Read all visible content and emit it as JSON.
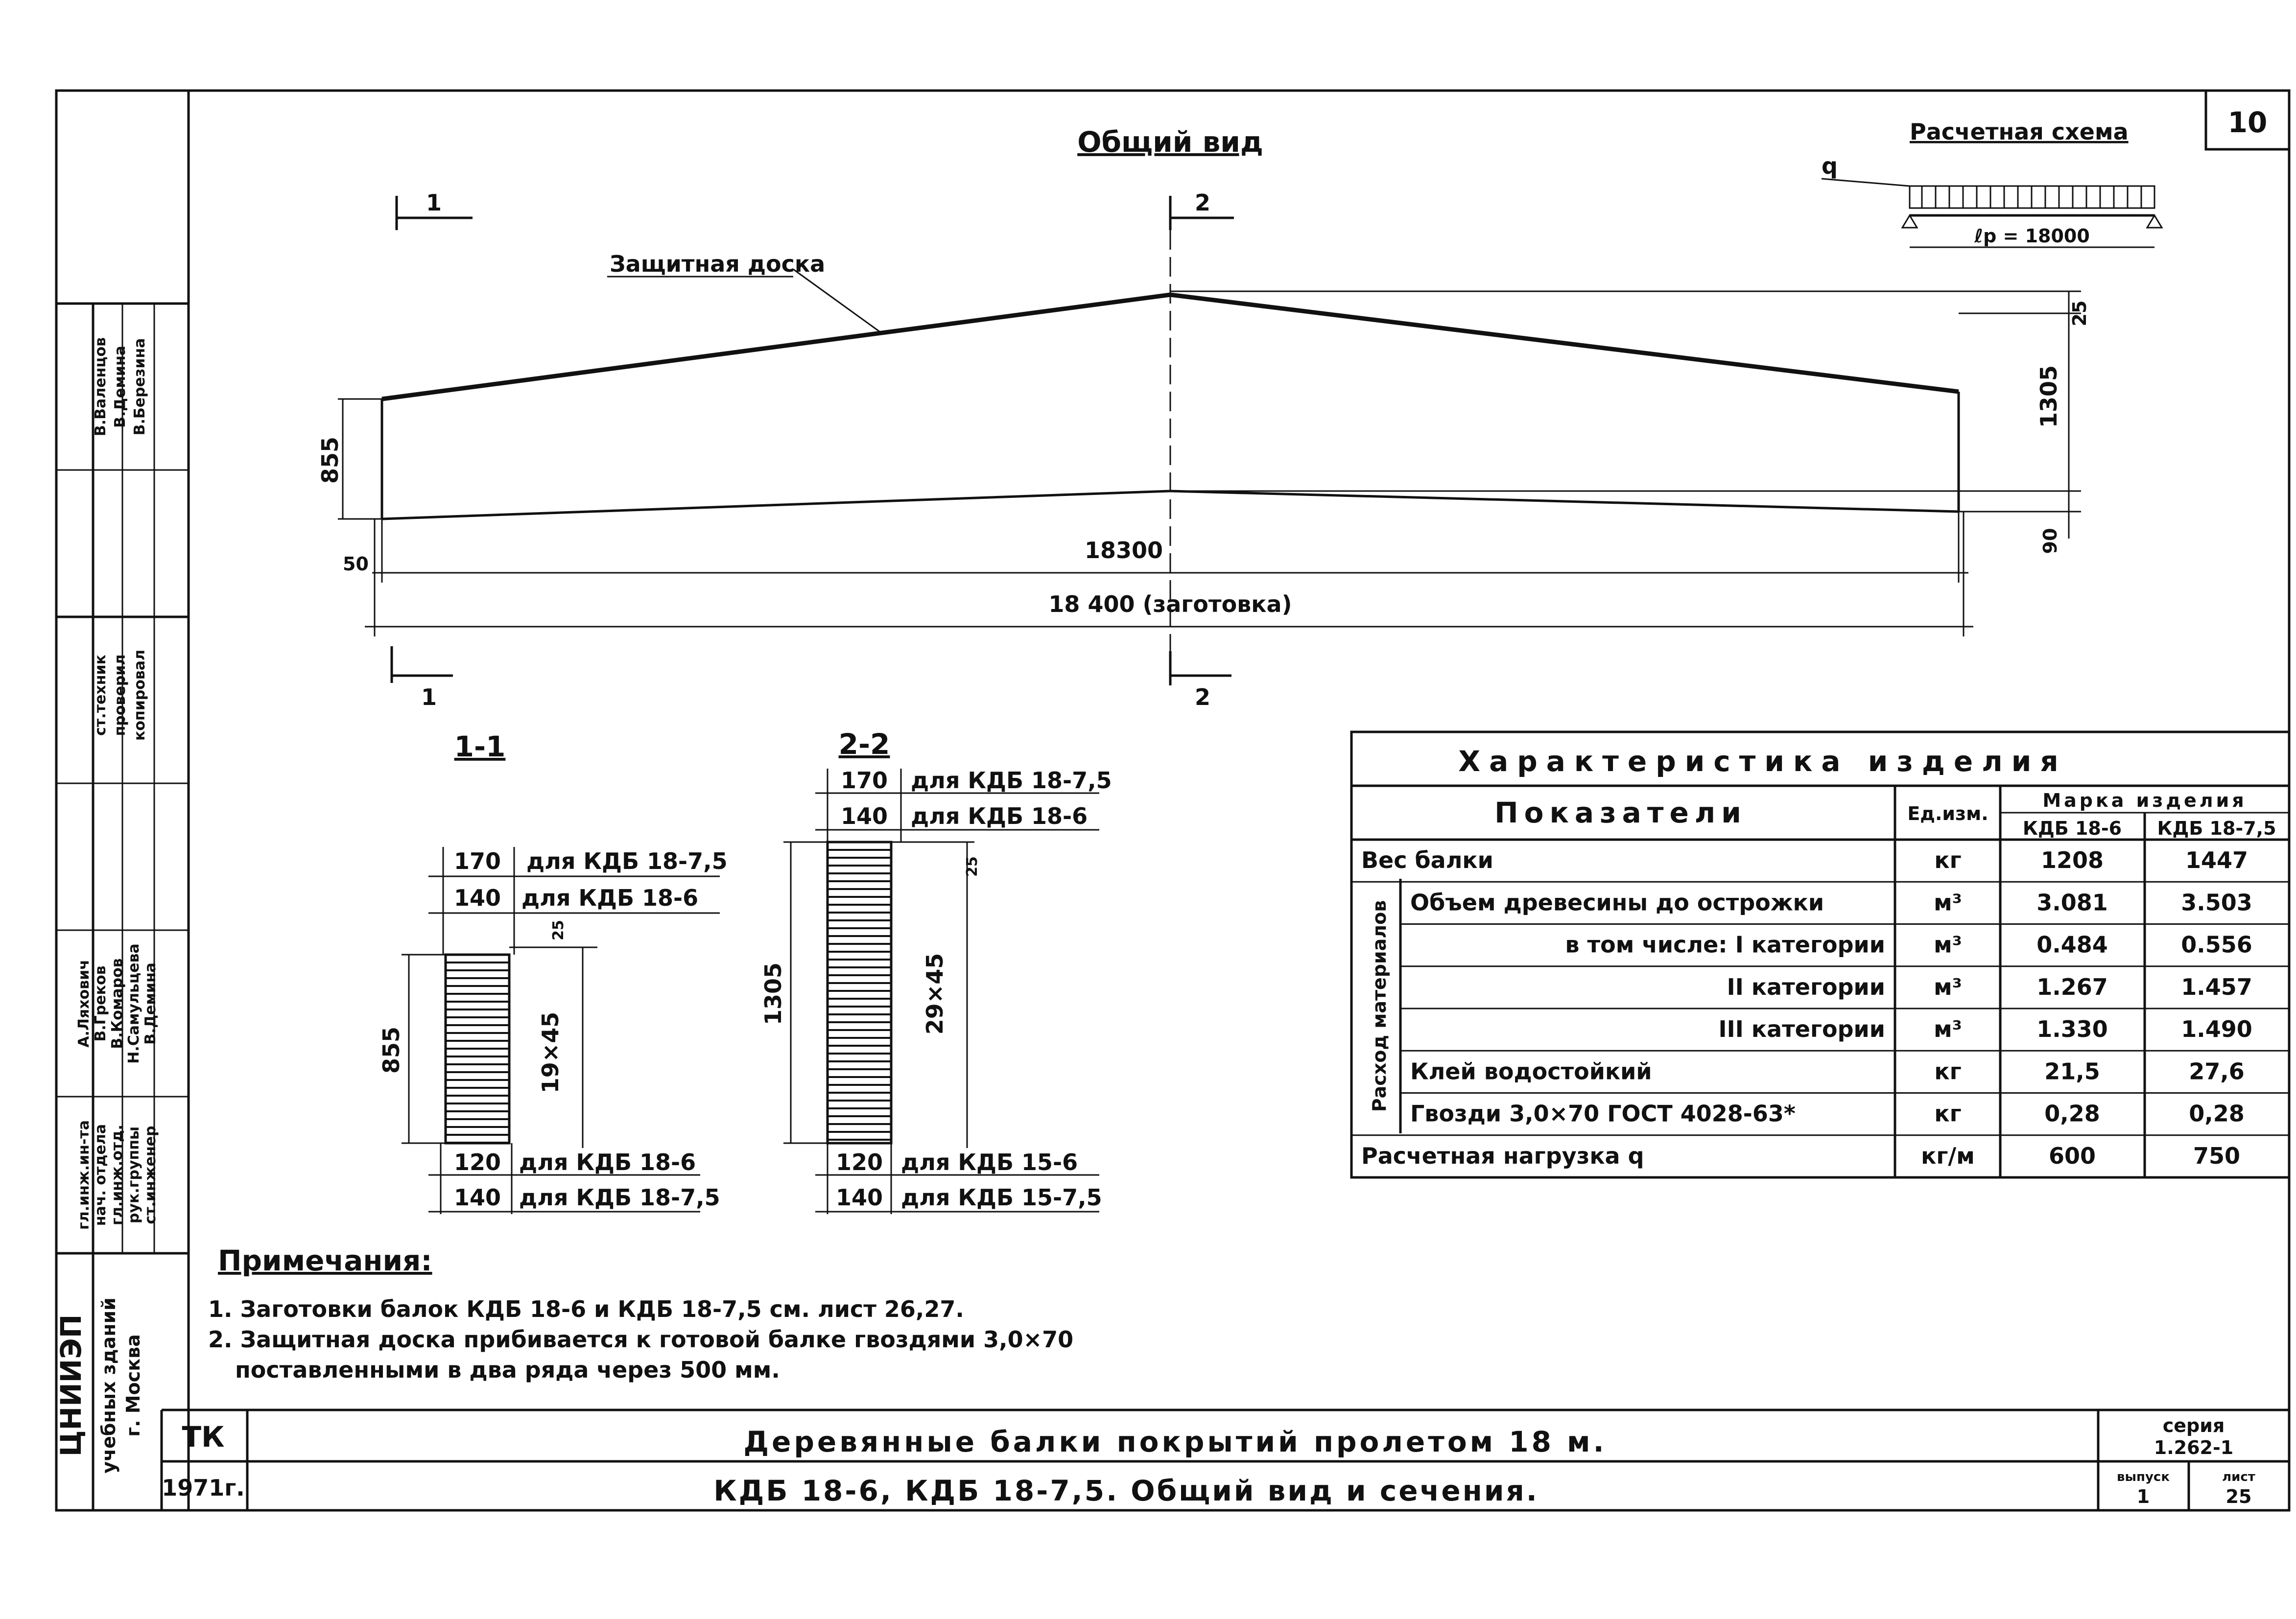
{
  "sheet_number": "10",
  "main_view": {
    "title": "Общий вид",
    "protective_board_label": "Защитная доска",
    "section_mark_1": "1",
    "section_mark_2": "2",
    "dim_left_height": "855",
    "dim_right_height": "1305",
    "dim_top_offset": "25",
    "dim_bottom_left": "50",
    "dim_bottom_right": "90",
    "dim_span": "18300",
    "dim_blank": "18 400 (заготовка)"
  },
  "calc_scheme": {
    "title": "Расчетная схема",
    "load_label": "q",
    "span_label": "ℓp = 18000"
  },
  "section_1": {
    "title": "1-1",
    "top_rows": [
      {
        "value": "170",
        "label": "для КДБ 18-7,5"
      },
      {
        "value": "140",
        "label": "для КДБ 18-6"
      }
    ],
    "offset": "25",
    "height": "855",
    "lamination": "19×45",
    "bottom_rows": [
      {
        "value": "120",
        "label": "для КДБ 18-6"
      },
      {
        "value": "140",
        "label": "для КДБ 18-7,5"
      }
    ]
  },
  "section_2": {
    "title": "2-2",
    "top_rows": [
      {
        "value": "170",
        "label": "для КДБ 18-7,5"
      },
      {
        "value": "140",
        "label": "для КДБ 18-6"
      }
    ],
    "offset": "25",
    "height": "1305",
    "lamination": "29×45",
    "bottom_rows": [
      {
        "value": "120",
        "label": "для КДБ 15-6"
      },
      {
        "value": "140",
        "label": "для КДБ 15-7,5"
      }
    ]
  },
  "spec_table": {
    "title": "Характеристика изделия",
    "col_indicators": "Показатели",
    "col_unit": "Ед.изм.",
    "col_mark": "Марка изделия",
    "col_m1": "КДБ 18-6",
    "col_m2": "КДБ 18-7,5",
    "group_label": "Расход материалов",
    "rows": [
      {
        "name": "Вес балки",
        "unit": "кг",
        "v1": "1208",
        "v2": "1447",
        "in_group": false
      },
      {
        "name": "Объем древесины до острожки",
        "unit": "м³",
        "v1": "3.081",
        "v2": "3.503",
        "in_group": true
      },
      {
        "name": "в том числе: I категории",
        "unit": "м³",
        "v1": "0.484",
        "v2": "0.556",
        "in_group": true
      },
      {
        "name": "II категории",
        "unit": "м³",
        "v1": "1.267",
        "v2": "1.457",
        "in_group": true
      },
      {
        "name": "III категории",
        "unit": "м³",
        "v1": "1.330",
        "v2": "1.490",
        "in_group": true
      },
      {
        "name": "Клей водостойкий",
        "unit": "кг",
        "v1": "21,5",
        "v2": "27,6",
        "in_group": true
      },
      {
        "name": "Гвозди 3,0×70 ГОСТ 4028-63*",
        "unit": "кг",
        "v1": "0,28",
        "v2": "0,28",
        "in_group": true
      },
      {
        "name": "Расчетная нагрузка q",
        "unit": "кг/м",
        "v1": "600",
        "v2": "750",
        "in_group": false
      }
    ]
  },
  "notes": {
    "title": "Примечания:",
    "lines": [
      "1. Заготовки балок КДБ 18-6 и КДБ 18-7,5 см. лист 26,27.",
      "2. Защитная доска прибивается к готовой балке гвоздями 3,0×70",
      "поставленными в два ряда через 500 мм."
    ]
  },
  "title_block": {
    "org_code": "ТК",
    "year": "1971г.",
    "title_line1": "Деревянные балки покрытий пролетом 18 м.",
    "title_line2": "КДБ 18-6, КДБ 18-7,5. Общий вид и сечения.",
    "series_label": "серия",
    "series_value": "1.262-1",
    "issue_label": "выпуск",
    "issue_value": "1",
    "sheet_label": "лист",
    "sheet_value": "25"
  },
  "side_stamp": {
    "institute": "ЦНИИЭП",
    "institute_sub1": "учебных зданий",
    "institute_sub2": "г. Москва",
    "roles": [
      "гл.инж.ин-та",
      "нач. отдела",
      "гл.инж.отд.",
      "рук.группы",
      "ст.инженер"
    ],
    "names": [
      "А.Ляхович",
      "В.Греков",
      "В.Комаров",
      "Н.Самульцева",
      "В.Демина"
    ],
    "roles2": [
      "ст.техник",
      "проверил",
      "копировал"
    ],
    "names2": [
      "В.Валенцов",
      "В.Демина",
      "В.Березина"
    ]
  }
}
